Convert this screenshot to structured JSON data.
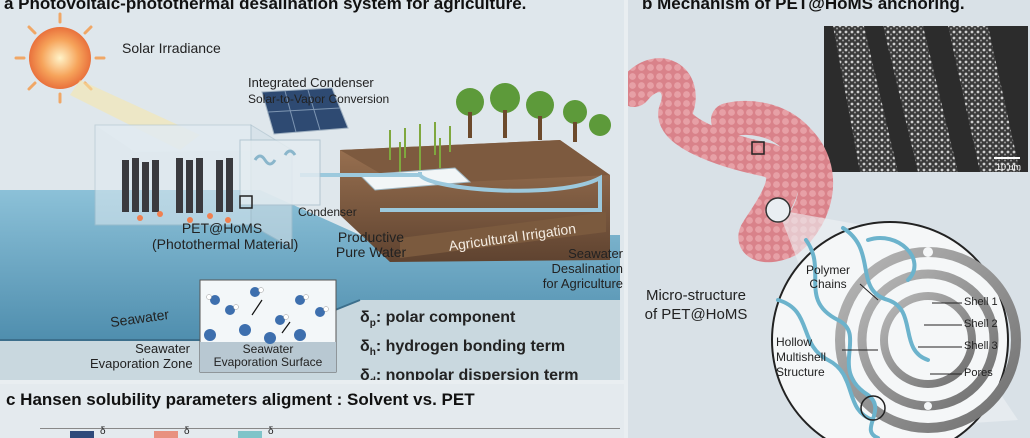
{
  "panel_a": {
    "title": "a Photovoltaic-photothermal desalination system for agriculture.",
    "solar_irradiance": "Solar Irradiance",
    "condenser_title": "Integrated Condenser",
    "condenser_sub": "Solar-to-Vapor Conversion",
    "condenser": "Condenser",
    "pethoms_1": "PET@HoMS",
    "pethoms_2": "(Photothermal Material)",
    "productive_1": "Productive",
    "productive_2": "Pure Water",
    "irrigation": "Agricultural Irrigation",
    "desal_1": "Seawater",
    "desal_2": "Desalination",
    "desal_3": "for Agriculture",
    "seawater": "Seawater",
    "evap_zone_1": "Seawater",
    "evap_zone_2": "Evaporation Zone",
    "inset_1": "Seawater",
    "inset_2": "Evaporation Surface",
    "delta_p_sub": "p",
    "delta_p": ": polar component",
    "delta_h_sub": "h",
    "delta_h": ": hydrogen bonding term",
    "delta_d_sub": "d",
    "delta_d": ": nonpolar dispersion term",
    "delta_symbol": "δ"
  },
  "panel_b": {
    "title": "b Mechanism of PET@HoMS anchoring.",
    "scale_bar": "10 um",
    "micro_1": "Micro-structure",
    "micro_2": "of PET@HoMS",
    "polymer_1": "Polymer",
    "polymer_2": "Chains",
    "hollow_1": "Hollow",
    "hollow_2": "Multishell",
    "hollow_3": "Structure",
    "shell_1": "Shell 1",
    "shell_2": "Shell 2",
    "shell_3": "Shell 3",
    "pores": "Pores"
  },
  "panel_c": {
    "title": "c Hansen solubility parameters aligment : Solvent vs. PET",
    "legend": [
      {
        "symbol": "δ",
        "color": "#2e4a7a"
      },
      {
        "symbol": "δ",
        "color": "#e8917f"
      },
      {
        "symbol": "δ",
        "color": "#7fc4c9"
      }
    ]
  },
  "colors": {
    "sea": "#6aa8c4",
    "soil": "#8a6446",
    "polymer": "#d9828a",
    "chain": "#6cb3cc"
  }
}
